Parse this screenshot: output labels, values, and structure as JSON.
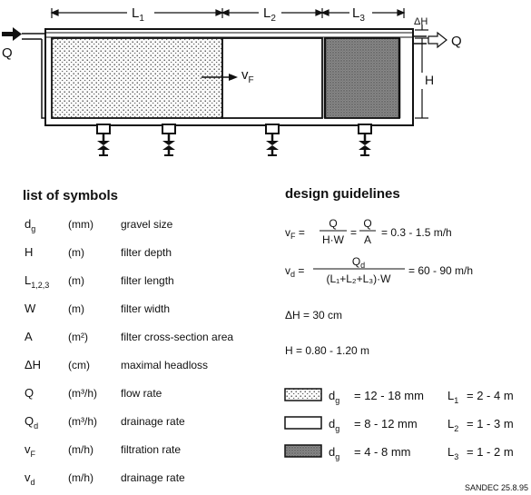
{
  "diagram": {
    "dims": {
      "L1": "L",
      "L1_sub": "1",
      "L2": "L",
      "L2_sub": "2",
      "L3": "L",
      "L3_sub": "3",
      "dH": "ΔH",
      "H": "H"
    },
    "flow_in": "Q",
    "flow_out": "Q",
    "velocity": "v",
    "velocity_sub": "F"
  },
  "symbols": {
    "title": "list of symbols",
    "rows": [
      {
        "sym": "d",
        "sub": "g",
        "unit": "(mm)",
        "desc": "gravel size"
      },
      {
        "sym": "H",
        "sub": "",
        "unit": "(m)",
        "desc": "filter depth"
      },
      {
        "sym": "L",
        "sub": "1,2,3",
        "unit": "(m)",
        "desc": "filter length"
      },
      {
        "sym": "W",
        "sub": "",
        "unit": "(m)",
        "desc": "filter width"
      },
      {
        "sym": "A",
        "sub": "",
        "unit": "(m²)",
        "desc": "filter cross-section area"
      },
      {
        "sym": "ΔH",
        "sub": "",
        "unit": "(cm)",
        "desc": "maximal headloss"
      },
      {
        "sym": "Q",
        "sub": "",
        "unit": "(m³/h)",
        "desc": "flow rate"
      },
      {
        "sym": "Q",
        "sub": "d",
        "unit": "(m³/h)",
        "desc": "drainage rate"
      },
      {
        "sym": "v",
        "sub": "F",
        "unit": "(m/h)",
        "desc": "filtration rate"
      },
      {
        "sym": "v",
        "sub": "d",
        "unit": "(m/h)",
        "desc": "drainage rate"
      }
    ]
  },
  "guidelines": {
    "title": "design guidelines",
    "vF": {
      "lhs": "v",
      "lhs_sub": "F",
      "num1": "Q",
      "den1": "H·W",
      "num2": "Q",
      "den2": "A",
      "value": "= 0.3 - 1.5 m/h"
    },
    "vd": {
      "lhs": "v",
      "lhs_sub": "d",
      "num": "Q",
      "num_sub": "d",
      "den": "(L₁+L₂+L₃)·W",
      "value": "= 60 - 90 m/h"
    },
    "dH": "ΔH  =  30 cm",
    "H": "H  =  0.80 - 1.20 m"
  },
  "legend": [
    {
      "fill": "dotted",
      "label": "d",
      "label_sub": "g",
      "range": "= 12 - 18 mm",
      "length": "L",
      "length_sub": "1",
      "length_range": "= 2 - 4 m"
    },
    {
      "fill": "white",
      "label": "d",
      "label_sub": "g",
      "range": "=  8 - 12 mm",
      "length": "L",
      "length_sub": "2",
      "length_range": "= 1 - 3 m"
    },
    {
      "fill": "grey",
      "label": "d",
      "label_sub": "g",
      "range": "=  4 -  8 mm",
      "length": "L",
      "length_sub": "3",
      "length_range": "= 1 - 2 m"
    }
  ],
  "credit": "SANDEC 25.8.95"
}
